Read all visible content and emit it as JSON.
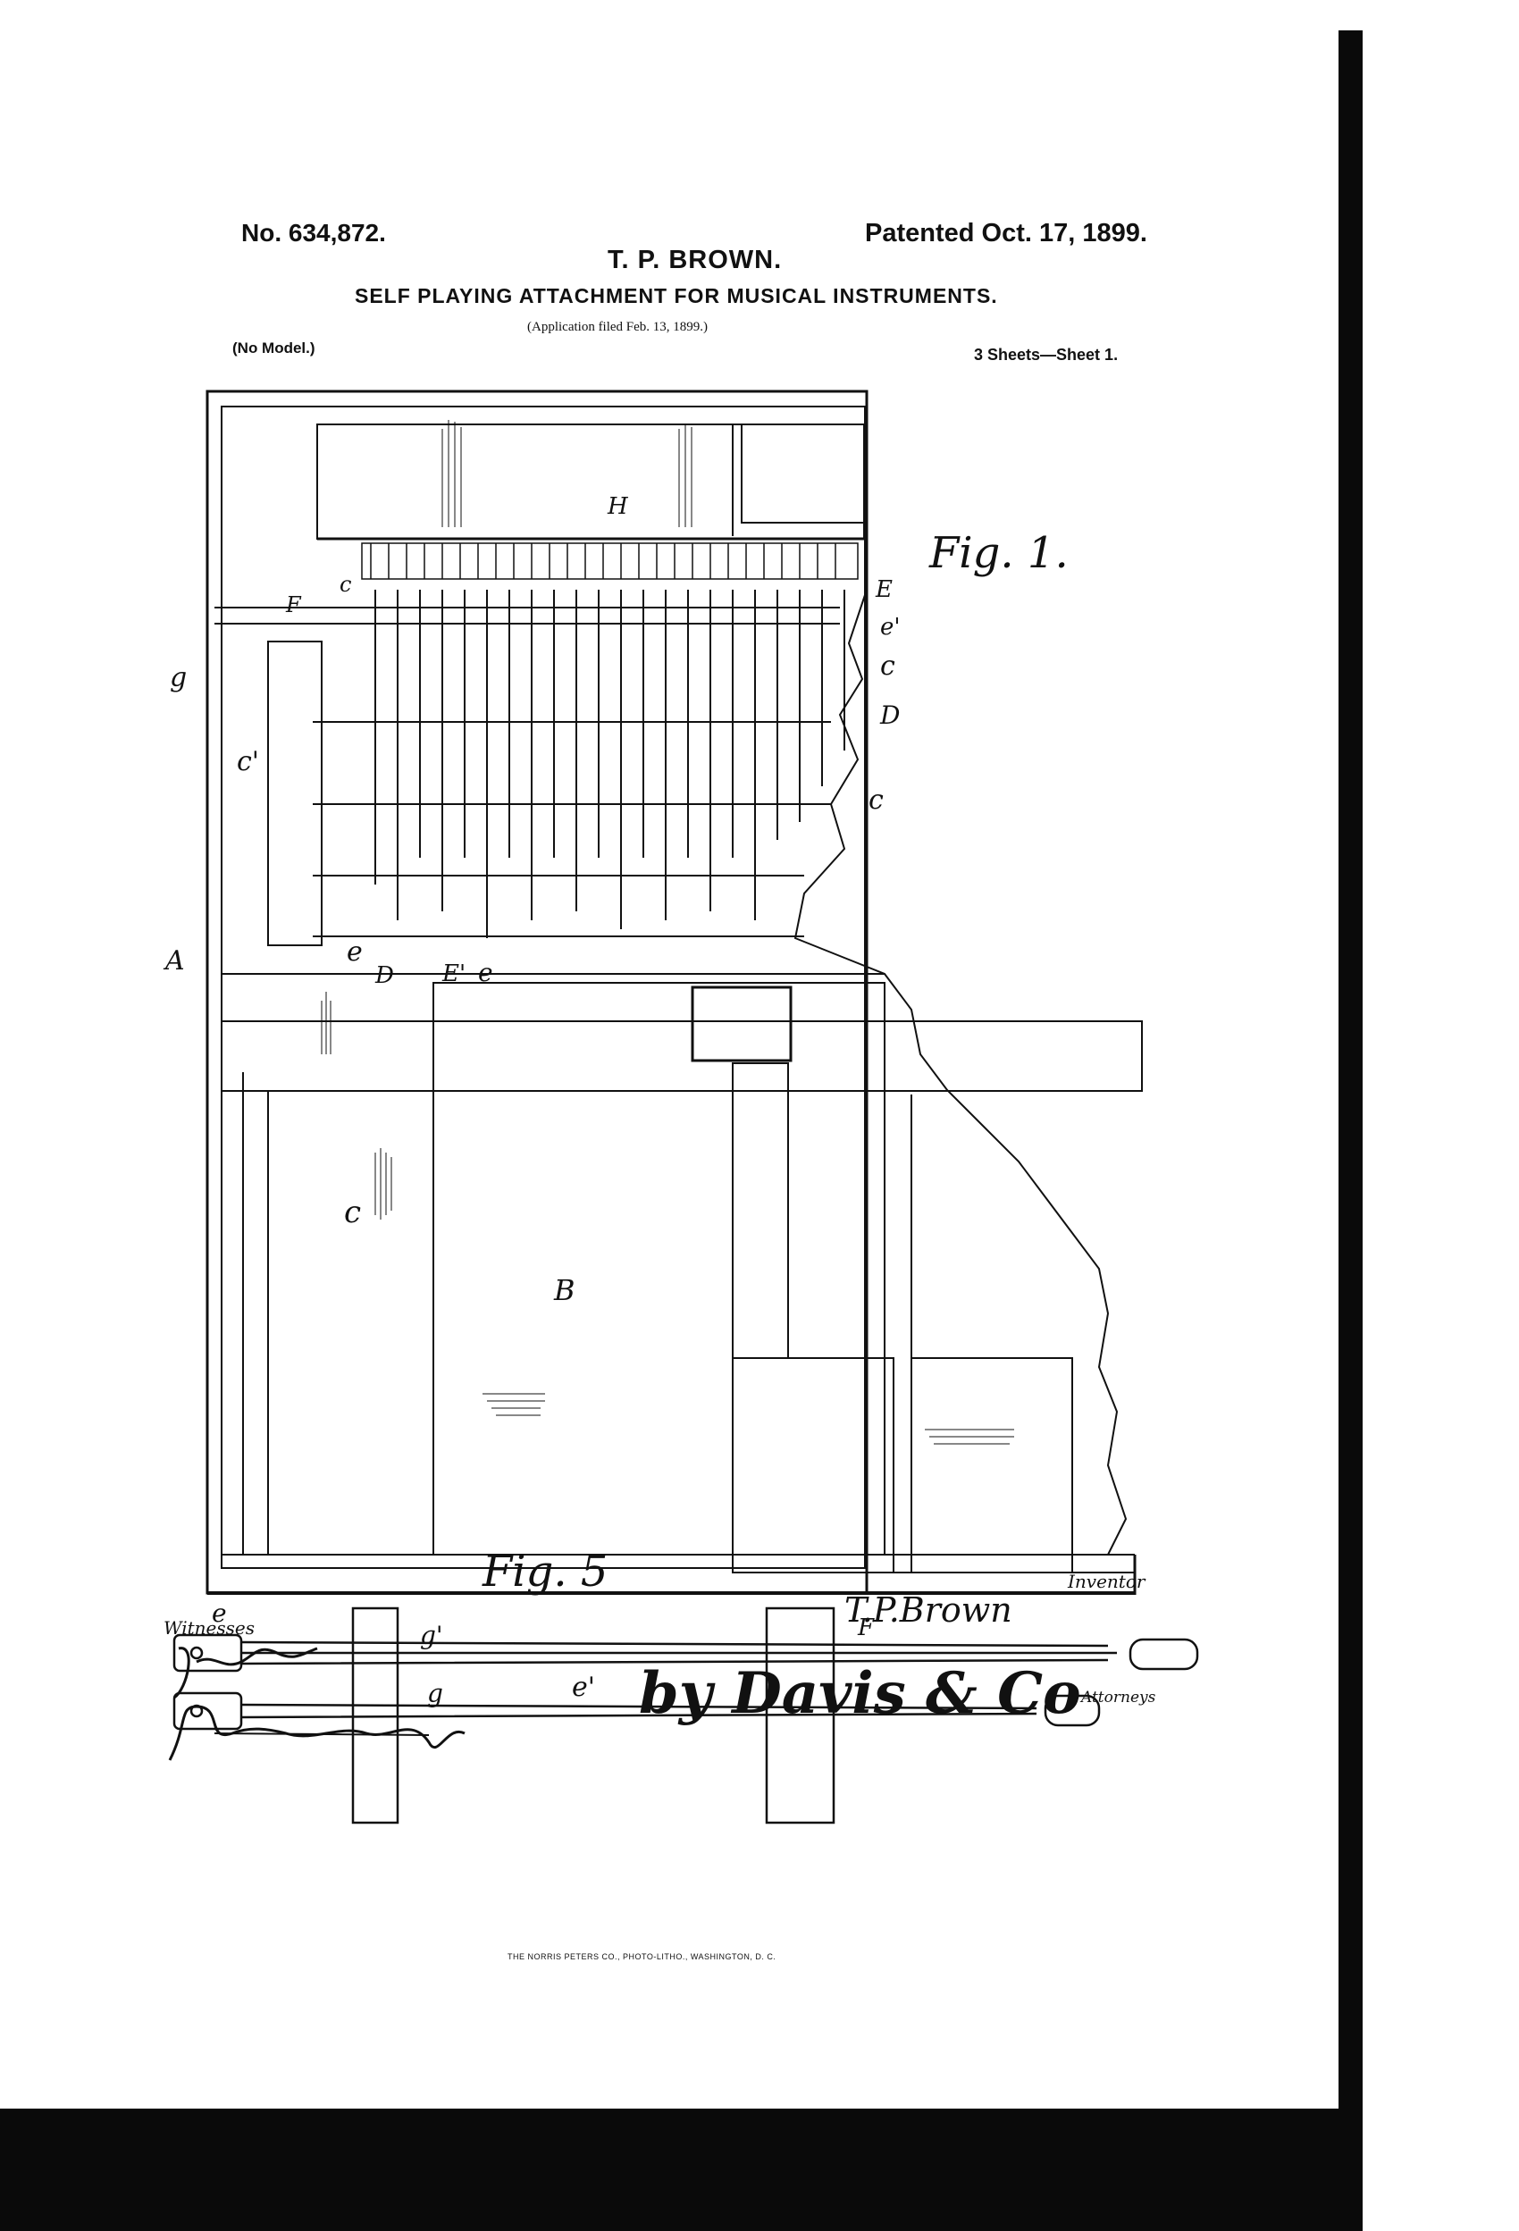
{
  "header": {
    "patent_number": "No. 634,872.",
    "patent_date": "Patented Oct. 17, 1899.",
    "inventor": "T. P. BROWN.",
    "title": "SELF PLAYING ATTACHMENT FOR MUSICAL INSTRUMENTS.",
    "application": "(Application filed Feb. 13, 1899.)",
    "model": "(No Model.)",
    "sheets": "3 Sheets—Sheet 1."
  },
  "figures": {
    "fig1": "Fig. 1.",
    "fig5": "Fig. 5"
  },
  "reference_letters": {
    "H": "H",
    "E": "E",
    "e_prime": "e'",
    "c": "c",
    "D": "D",
    "F": "F",
    "g": "g",
    "c_prime": "c'",
    "A": "A",
    "e": "e",
    "E_prime": "E'",
    "B": "B",
    "g_prime": "g'"
  },
  "signatures": {
    "witnesses_label": "Witnesses",
    "inventor_label": "Inventor",
    "inventor_name": "T.P.Brown",
    "attorney_name": "by Davis & Co",
    "attorneys_label": "Attorneys"
  },
  "imprint": "THE NORRIS PETERS CO., PHOTO-LITHO., WASHINGTON, D. C."
}
